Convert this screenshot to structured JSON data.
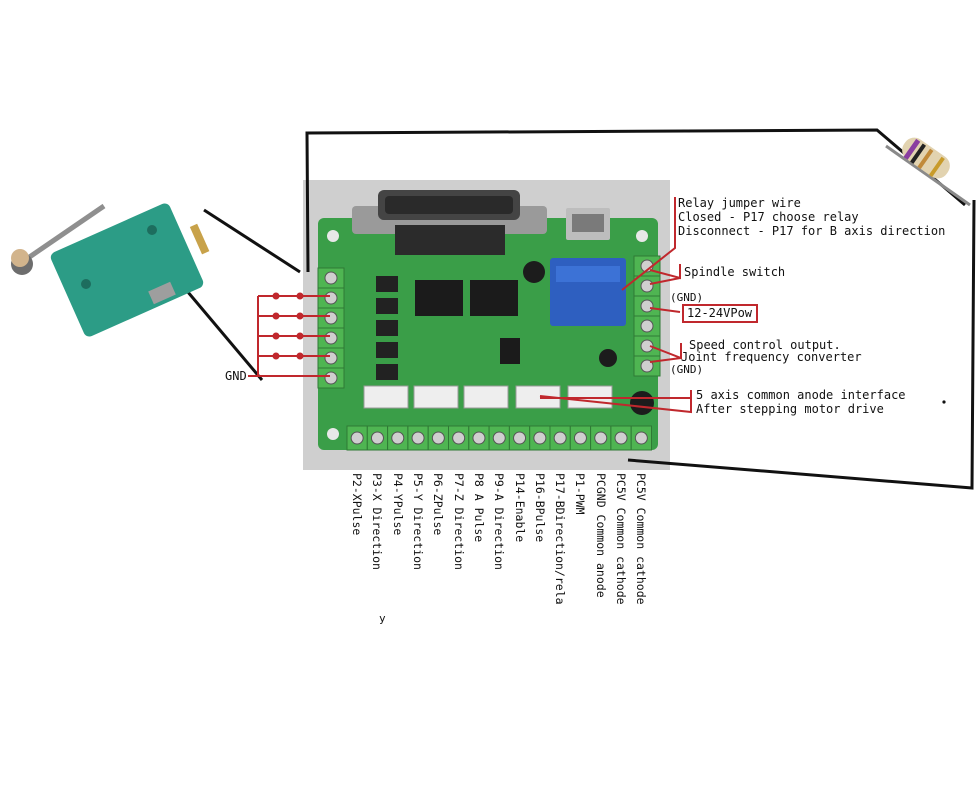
{
  "colors": {
    "board": "#3a9e48",
    "terminal": "#4fb552",
    "photo_bg": "#cfcfcf",
    "leader_red": "#c0282d",
    "wire": "#111111",
    "switch_body": "#2c9c86"
  },
  "right_labels": {
    "relay_line1": "Relay jumper wire",
    "relay_line2": "Closed - P17 choose relay",
    "relay_line3": "Disconnect - P17 for B axis direction",
    "spindle": "Spindle switch",
    "gnd_top": "(GND)",
    "power": "12-24VPow",
    "speed_line1": "Speed control output.",
    "speed_line2": "Joint frequency converter",
    "gnd_bottom": "(GND)",
    "axis_line1": "5 axis common anode interface",
    "axis_line2": "After stepping motor drive"
  },
  "left_labels": {
    "gnd": "GND"
  },
  "bottom_pins": [
    "P2-XPulse",
    "P3-X Direction",
    "P4-YPulse",
    "P5-Y Direction",
    "P6-ZPulse",
    "P7-Z Direction",
    "P8 A Pulse",
    "P9-A Direction",
    "P14-Enable",
    "P16-BPulse",
    "P17-BDirection/rela",
    "P1-PWM",
    "PCGND Common anode",
    "PC5V Common cathode",
    "PC5V Common cathode"
  ],
  "stray_char": "y",
  "components": {
    "left": "limit-switch",
    "right": "resistor",
    "center": "breakout-board"
  }
}
